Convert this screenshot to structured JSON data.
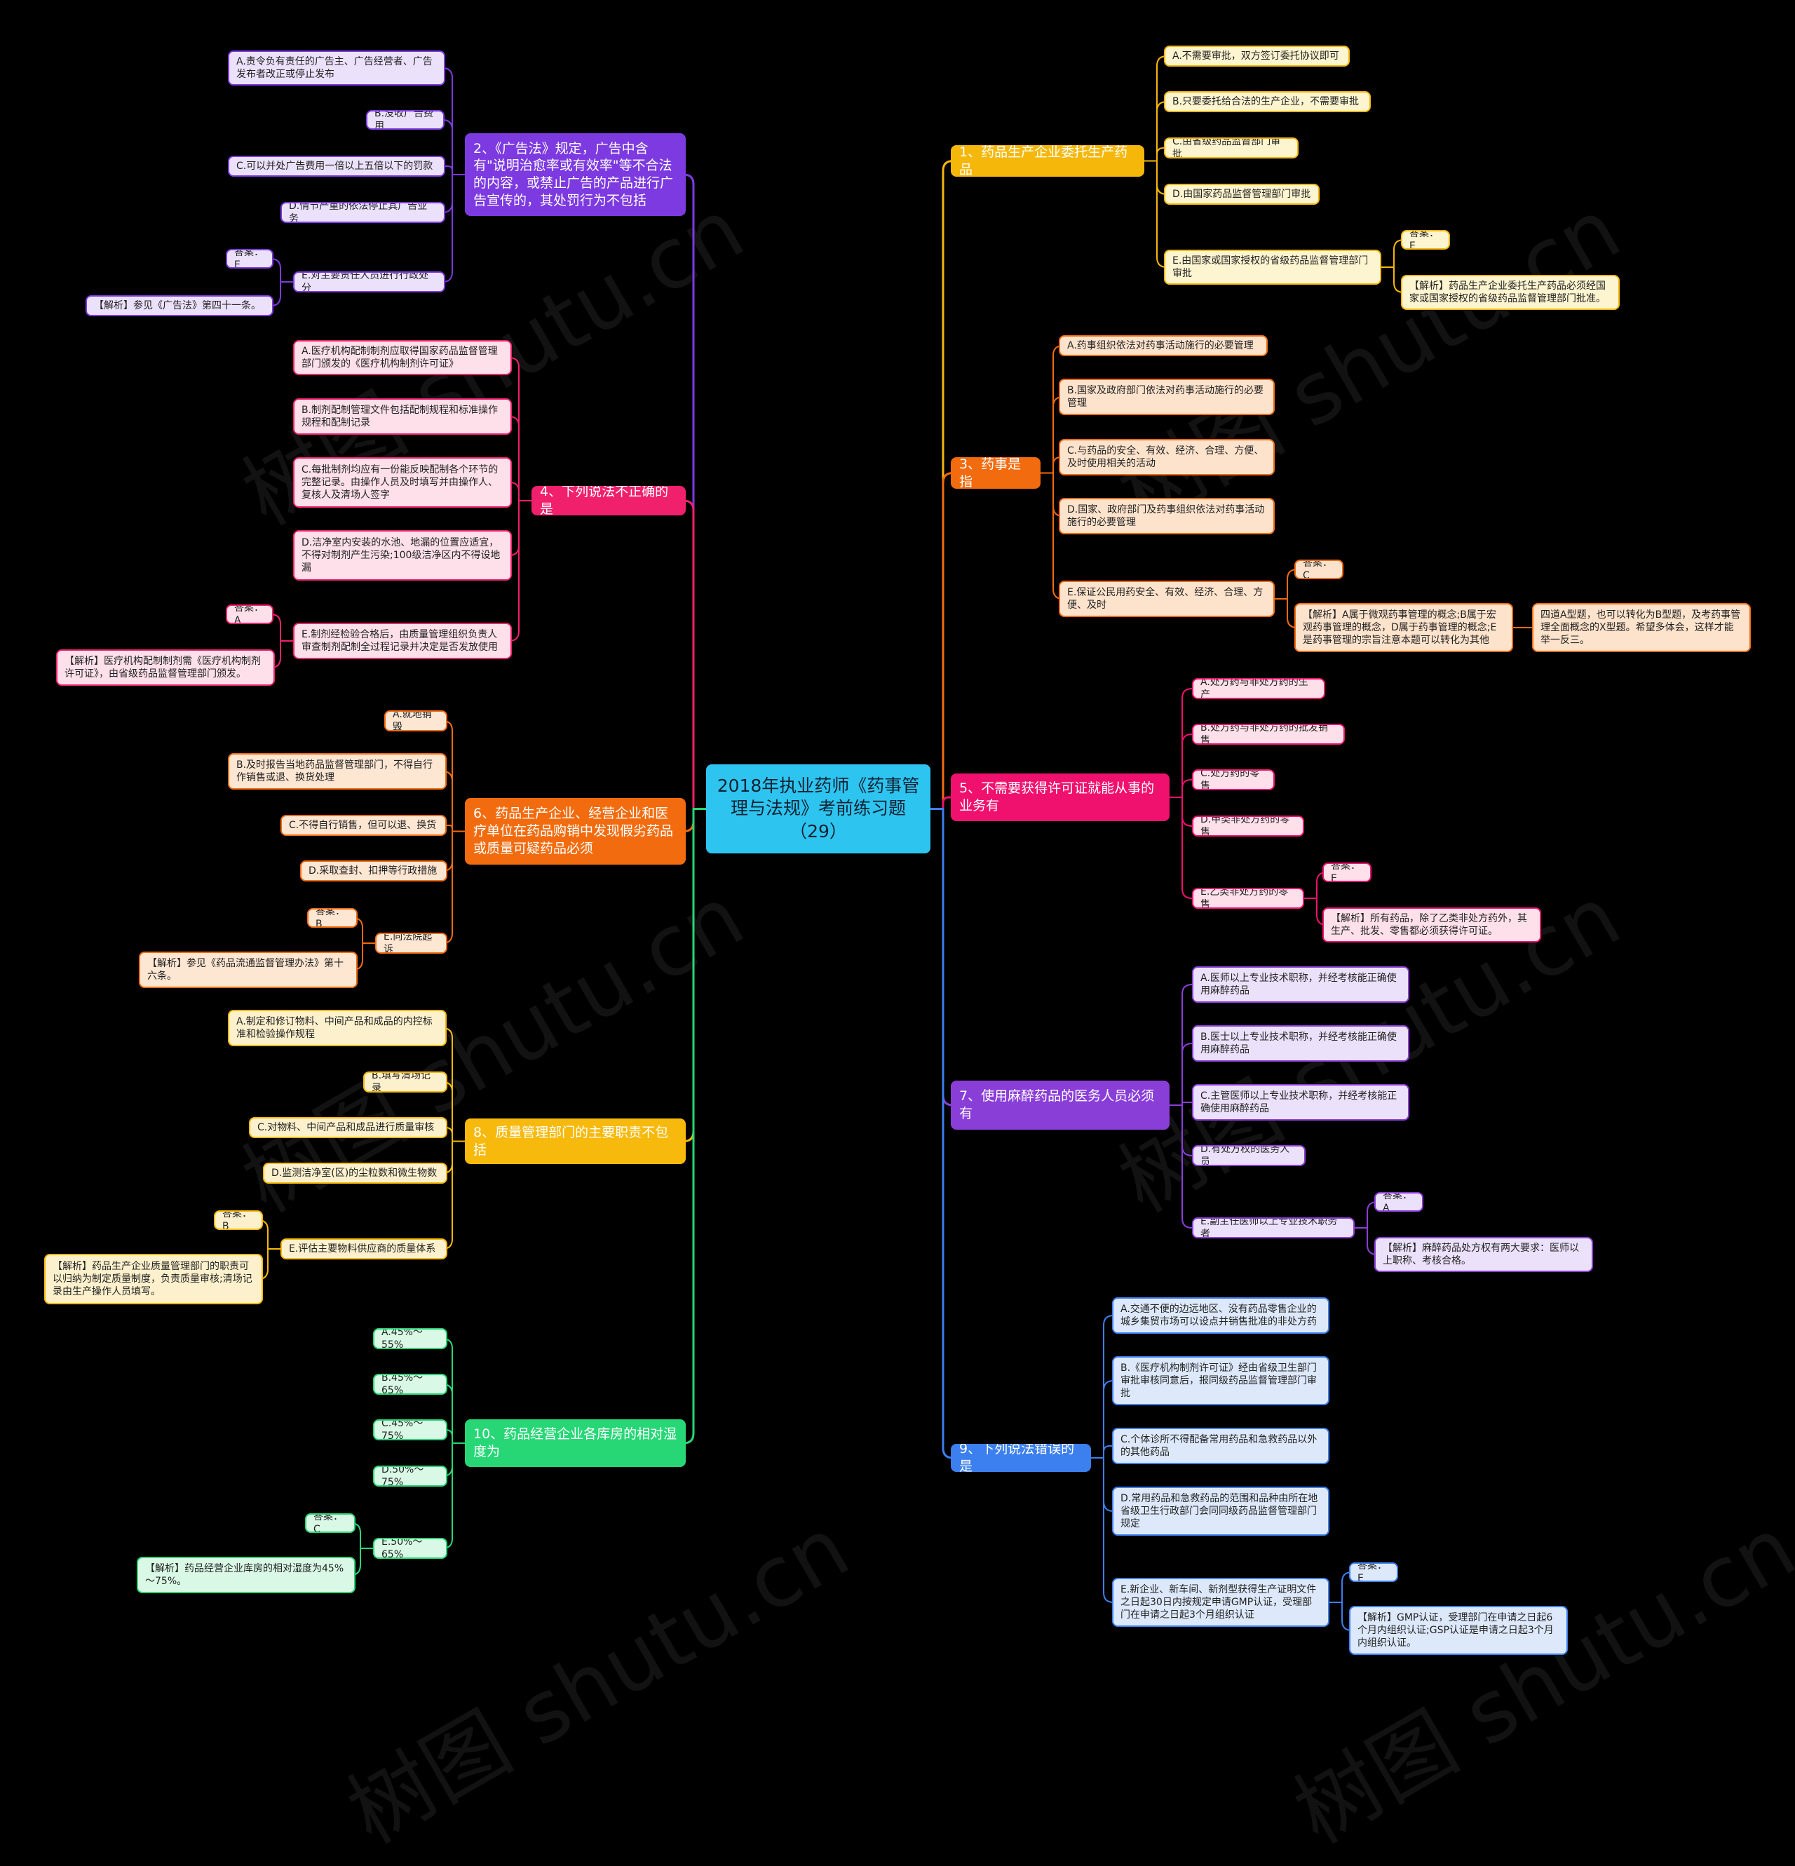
{
  "root": "2018年执业药师《药事管理与法规》考前练习题（29）",
  "watermark": "树图 shutu.cn",
  "colors": {
    "q1": "#f5b70a",
    "q3": "#f26b0f",
    "q5": "#f0116e",
    "q7": "#8a3ed8",
    "q9": "#3c7fee",
    "q2": "#7c3ae0",
    "q4": "#f0206c",
    "q6": "#f26c0f",
    "q8": "#f7b90c",
    "q10": "#27d776"
  },
  "q1": {
    "title": "1、药品生产企业委托生产药品",
    "a": "A.不需要审批，双方签订委托协议即可",
    "b": "B.只要委托给合法的生产企业，不需要审批",
    "c": "C.由省级药品监督部门审批",
    "d": "D.由国家药品监督管理部门审批",
    "e": "E.由国家或国家授权的省级药品监督管理部门审批",
    "answer": "答案：E",
    "analysis": "【解析】药品生产企业委托生产药品必须经国家或国家授权的省级药品监督管理部门批准。"
  },
  "q3": {
    "title": "3、药事是指",
    "a": "A.药事组织依法对药事活动施行的必要管理",
    "b": "B.国家及政府部门依法对药事活动施行的必要管理",
    "c": "C.与药品的安全、有效、经济、合理、方便、及时使用相关的活动",
    "d": "D.国家、政府部门及药事组织依法对药事活动施行的必要管理",
    "e": "E.保证公民用药安全、有效、经济、合理、方便、及时",
    "answer": "答案：C",
    "analysis": "【解析】A属于微观药事管理的概念;B属于宏观药事管理的概念，D属于药事管理的概念;E是药事管理的宗旨注意本题可以转化为其他",
    "note": "四道A型题，也可以转化为B型题，及考药事管理全面概念的X型题。希望多体会，这样才能举一反三。"
  },
  "q5": {
    "title": "5、不需要获得许可证就能从事的业务有",
    "a": "A.处方药与非处方药的生产",
    "b": "B.处方药与非处方药的批发销售",
    "c": "C.处方药的零售",
    "d": "D.甲类非处方药的零售",
    "e": "E.乙类非处方药的零售",
    "answer": "答案：E",
    "analysis": "【解析】所有药品，除了乙类非处方药外，其生产、批发、零售都必须获得许可证。"
  },
  "q7": {
    "title": "7、使用麻醉药品的医务人员必须有",
    "a": "A.医师以上专业技术职称，并经考核能正确使用麻醉药品",
    "b": "B.医士以上专业技术职称，并经考核能正确使用麻醉药品",
    "c": "C.主管医师以上专业技术职称，并经考核能正确使用麻醉药品",
    "d": "D.有处方权的医务人员",
    "e": "E.副主任医师以上专业技术职务者",
    "answer": "答案：A",
    "analysis": "【解析】麻醉药品处方权有两大要求：医师以上职称、考核合格。"
  },
  "q9": {
    "title": "9、下列说法错误的是",
    "a": "A.交通不便的边远地区、没有药品零售企业的城乡集贸市场可以设点并销售批准的非处方药",
    "b": "B.《医疗机构制剂许可证》经由省级卫生部门审批审核同意后，报同级药品监督管理部门审批",
    "c": "C.个体诊所不得配备常用药品和急救药品以外的其他药品",
    "d": "D.常用药品和急救药品的范围和品种由所在地省级卫生行政部门会同同级药品监督管理部门规定",
    "e": "E.新企业、新车间、新剂型获得生产证明文件之日起30日内按规定申请GMP认证，受理部门在申请之日起3个月组织认证",
    "answer": "答案：E",
    "analysis": "【解析】GMP认证，受理部门在申请之日起6个月内组织认证;GSP认证是申请之日起3个月内组织认证。"
  },
  "q2": {
    "title": "2、《广告法》规定，广告中含有\"说明治愈率或有效率\"等不合法的内容，或禁止广告的产品进行广告宣传的，其处罚行为不包括",
    "a": "A.责令负有责任的广告主、广告经营者、广告发布者改正或停止发布",
    "b": "B.没收广告费用",
    "c": "C.可以并处广告费用一倍以上五倍以下的罚款",
    "d": "D.情节严重的依法停止其广告业务",
    "e": "E.对主要责任人员进行行政处分",
    "answer": "答案：E",
    "analysis": "【解析】参见《广告法》第四十一条。"
  },
  "q4": {
    "title": "4、下列说法不正确的是",
    "a": "A.医疗机构配制制剂应取得国家药品监督管理部门颁发的《医疗机构制剂许可证》",
    "b": "B.制剂配制管理文件包括配制规程和标准操作规程和配制记录",
    "c": "C.每批制剂均应有一份能反映配制各个环节的完整记录。由操作人员及时填写并由操作人、复核人及清场人签字",
    "d": "D.洁净室内安装的水池、地漏的位置应适宜，不得对制剂产生污染;100级洁净区内不得设地漏",
    "e": "E.制剂经检验合格后，由质量管理组织负责人审查制剂配制全过程记录并决定是否发放使用",
    "answer": "答案：A",
    "analysis": "【解析】医疗机构配制制剂需《医疗机构制剂许可证》，由省级药品监督管理部门颁发。"
  },
  "q6": {
    "title": "6、药品生产企业、经营企业和医疗单位在药品购销中发现假劣药品或质量可疑药品必须",
    "a": "A.就地销毁",
    "b": "B.及时报告当地药品监督管理部门，不得自行作销售或退、换货处理",
    "c": "C.不得自行销售，但可以退、换货",
    "d": "D.采取查封、扣押等行政措施",
    "e": "E.向法院起诉",
    "answer": "答案：B",
    "analysis": "【解析】参见《药品流通监督管理办法》第十六条。"
  },
  "q8": {
    "title": "8、质量管理部门的主要职责不包括",
    "a": "A.制定和修订物料、中间产品和成品的内控标准和检验操作规程",
    "b": "B.填写清场记录",
    "c": "C.对物料、中间产品和成品进行质量审核",
    "d": "D.监测洁净室(区)的尘粒数和微生物数",
    "e": "E.评估主要物料供应商的质量体系",
    "answer": "答案：B",
    "analysis": "【解析】药品生产企业质量管理部门的职责可以归纳为制定质量制度，负责质量审核;清场记录由生产操作人员填写。"
  },
  "q10": {
    "title": "10、药品经营企业各库房的相对湿度为",
    "a": "A.45%～55%",
    "b": "B.45%～65%",
    "c": "C.45%～75%",
    "d": "D.50%～75%",
    "e": "E.50%～65%",
    "answer": "答案：C",
    "analysis": "【解析】药品经营企业库房的相对湿度为45%～75%。"
  }
}
